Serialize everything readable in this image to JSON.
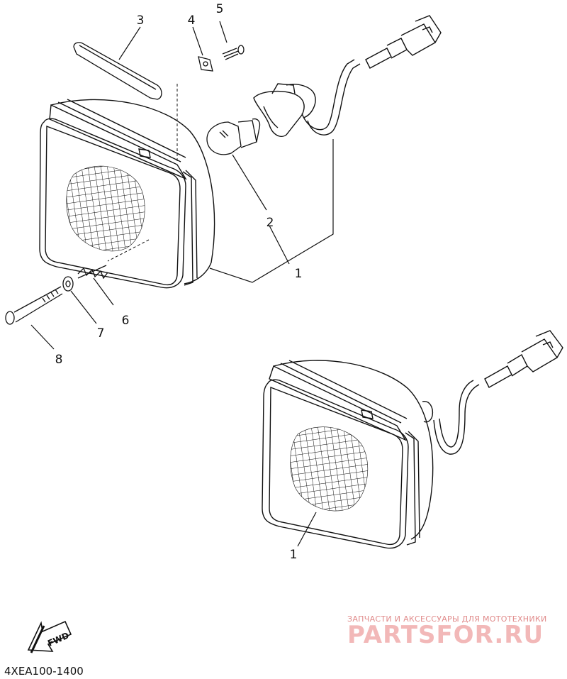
{
  "callouts": {
    "c1_top": "1",
    "c2": "2",
    "c3": "3",
    "c4": "4",
    "c5": "5",
    "c6": "6",
    "c7": "7",
    "c8": "8",
    "c1_bottom": "1"
  },
  "diagram_code": "4XEA100-1400",
  "fwd_label": "FWD",
  "watermark": {
    "tagline": "ЗАПЧАСТИ И АКСЕССУАРЫ ДЛЯ МОТОТЕХНИКИ",
    "brand": "PARTSFOR.RU"
  },
  "icons": [
    "fwd-arrow-icon"
  ]
}
